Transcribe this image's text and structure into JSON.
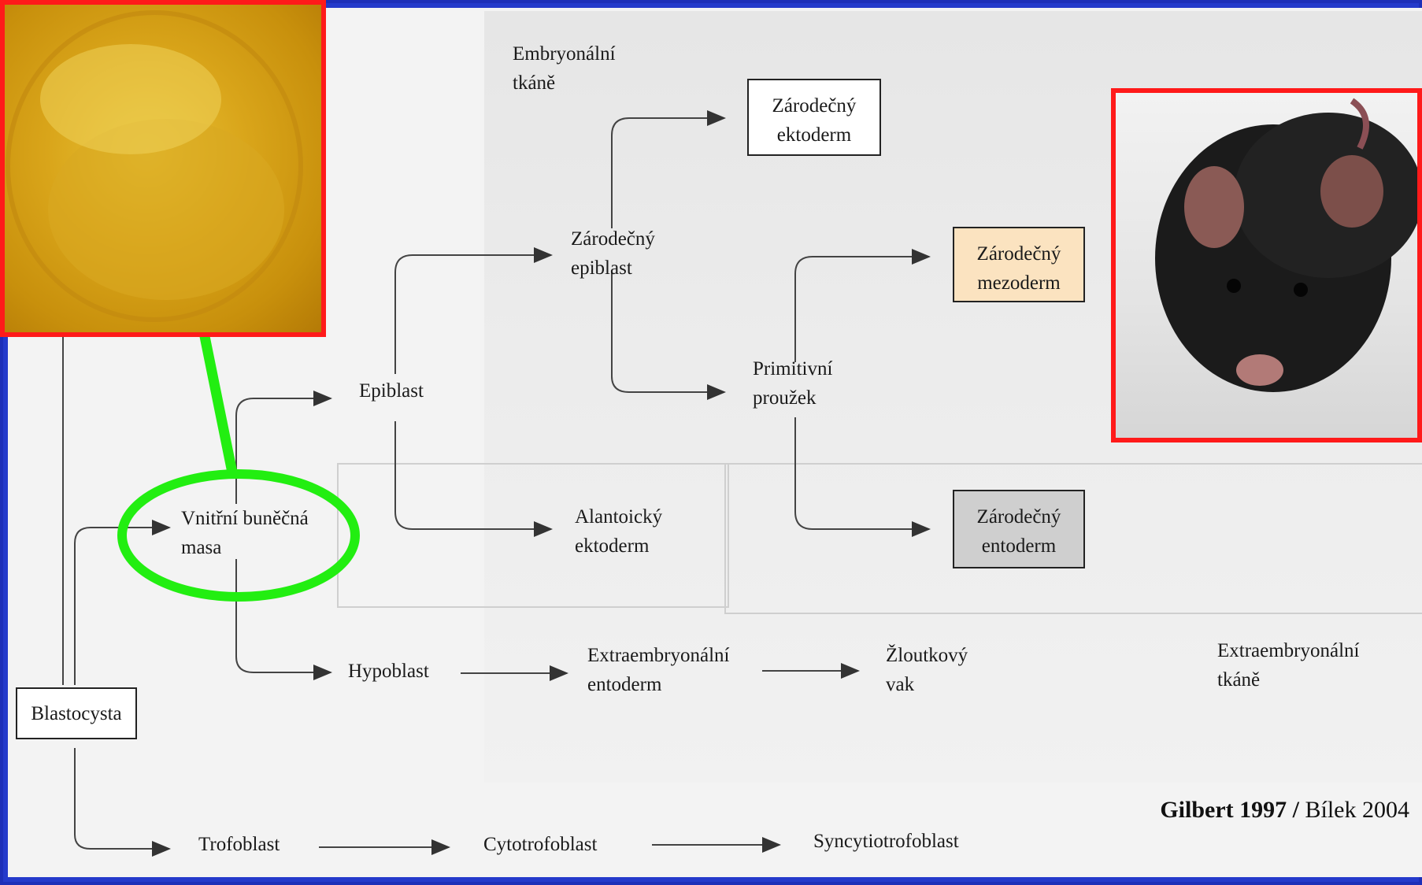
{
  "labels": {
    "embryonic_tissues": "Embryonální\ntkáně",
    "germ_epiblast": "Zárodečný\nepiblast",
    "primitive_streak": "Primitivní\nproužek",
    "epiblast": "Epiblast",
    "inner_cell_mass": "Vnitřní buněčná\nmasa",
    "allantoic_ectoderm": "Alantoický\nektoderm",
    "hypoblast": "Hypoblast",
    "extraembryonic_endoderm": "Extraembryonální\nentoderm",
    "yolk_sac": "Žloutkový\nvak",
    "extraembryonic_tissues": "Extraembryonální\ntkáně",
    "trophoblast": "Trofoblast",
    "cytotrophoblast": "Cytotrofoblast",
    "syncytiotrophoblast": "Syncytiotrofoblast"
  },
  "boxes": {
    "ectoderm": "Zárodečný\nektoderm",
    "mesoderm": "Zárodečný\nmezoderm",
    "endoderm": "Zárodečný\nentoderm",
    "blastocyst": "Blastocysta"
  },
  "credit": {
    "bold": "Gilbert 1997 /",
    "normal": " Bílek 2004"
  },
  "colors": {
    "frame_blue": "#243acb",
    "highlight_green": "#22ee11",
    "photo_border_red": "#ff1a1a",
    "mesoderm_fill": "#fbe3c0",
    "endoderm_fill": "#cfcfcf"
  }
}
